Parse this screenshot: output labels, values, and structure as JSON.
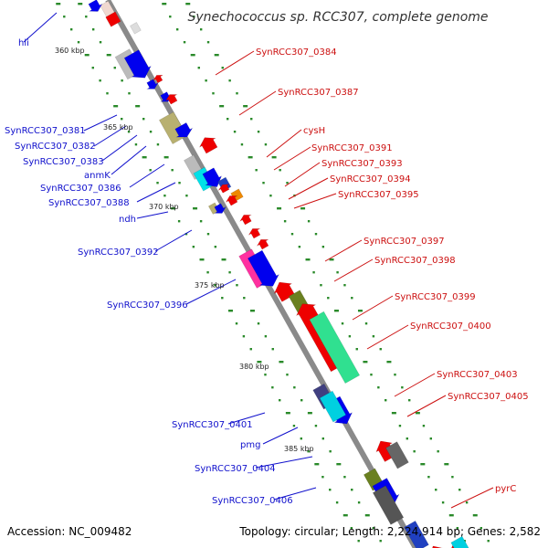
{
  "title": "Synechococcus sp. RCC307, complete genome",
  "footer": {
    "accession": "Accession: NC_009482",
    "topology": "Topology: circular; Length: 2,224,914 bp; Genes: 2,582"
  },
  "colors": {
    "backbone": "#8a8a8a",
    "tick": "#2a8a2a",
    "blue_gene": "#0000ee",
    "red_gene": "#ee0000",
    "blue_label": "#1010cc",
    "red_label": "#cc1010"
  },
  "kbp_labels": [
    "360 kbp",
    "365 kbp",
    "370 kbp",
    "375 kbp",
    "380 kbp",
    "385 kbp"
  ],
  "left_labels": [
    "hli",
    "SynRCC307_0381",
    "SynRCC307_0382",
    "SynRCC307_0383",
    "anmK",
    "SynRCC307_0386",
    "SynRCC307_0388",
    "ndh",
    "SynRCC307_0392",
    "SynRCC307_0396",
    "SynRCC307_0401",
    "pmg",
    "SynRCC307_0404",
    "SynRCC307_0406"
  ],
  "right_labels": [
    "SynRCC307_0384",
    "SynRCC307_0387",
    "cysH",
    "SynRCC307_0391",
    "SynRCC307_0393",
    "SynRCC307_0394",
    "SynRCC307_0395",
    "SynRCC307_0397",
    "SynRCC307_0398",
    "SynRCC307_0399",
    "SynRCC307_0400",
    "SynRCC307_0403",
    "SynRCC307_0405",
    "pyrC"
  ]
}
